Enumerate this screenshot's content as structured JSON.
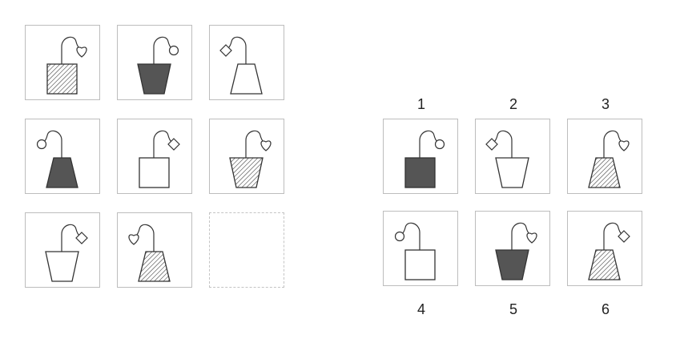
{
  "puzzle": {
    "grid": [
      {
        "body": "square",
        "fill": "hatched",
        "stem": "right",
        "tip": "heart"
      },
      {
        "body": "cup",
        "fill": "solid",
        "stem": "right",
        "tip": "circle"
      },
      {
        "body": "trapezoid",
        "fill": "none",
        "stem": "left",
        "tip": "diamond"
      },
      {
        "body": "trapezoid",
        "fill": "solid",
        "stem": "left",
        "tip": "circle"
      },
      {
        "body": "square",
        "fill": "none",
        "stem": "right",
        "tip": "diamond"
      },
      {
        "body": "cup",
        "fill": "hatched",
        "stem": "right",
        "tip": "heart"
      },
      {
        "body": "cup",
        "fill": "none",
        "stem": "right",
        "tip": "diamond"
      },
      {
        "body": "trapezoid",
        "fill": "hatched",
        "stem": "left",
        "tip": "heart"
      },
      {
        "missing": true
      }
    ],
    "options": [
      {
        "label": "1",
        "body": "square",
        "fill": "solid",
        "stem": "right",
        "tip": "circle"
      },
      {
        "label": "2",
        "body": "cup",
        "fill": "none",
        "stem": "left",
        "tip": "diamond"
      },
      {
        "label": "3",
        "body": "trapezoid",
        "fill": "hatched",
        "stem": "right",
        "tip": "heart"
      },
      {
        "label": "4",
        "body": "square",
        "fill": "none",
        "stem": "left",
        "tip": "circle"
      },
      {
        "label": "5",
        "body": "cup",
        "fill": "solid",
        "stem": "right",
        "tip": "heart"
      },
      {
        "label": "6",
        "body": "trapezoid",
        "fill": "hatched",
        "stem": "right",
        "tip": "diamond"
      }
    ],
    "colors": {
      "stroke": "#333333",
      "solid": "#555555",
      "tile_border": "#bdbdbd"
    }
  }
}
